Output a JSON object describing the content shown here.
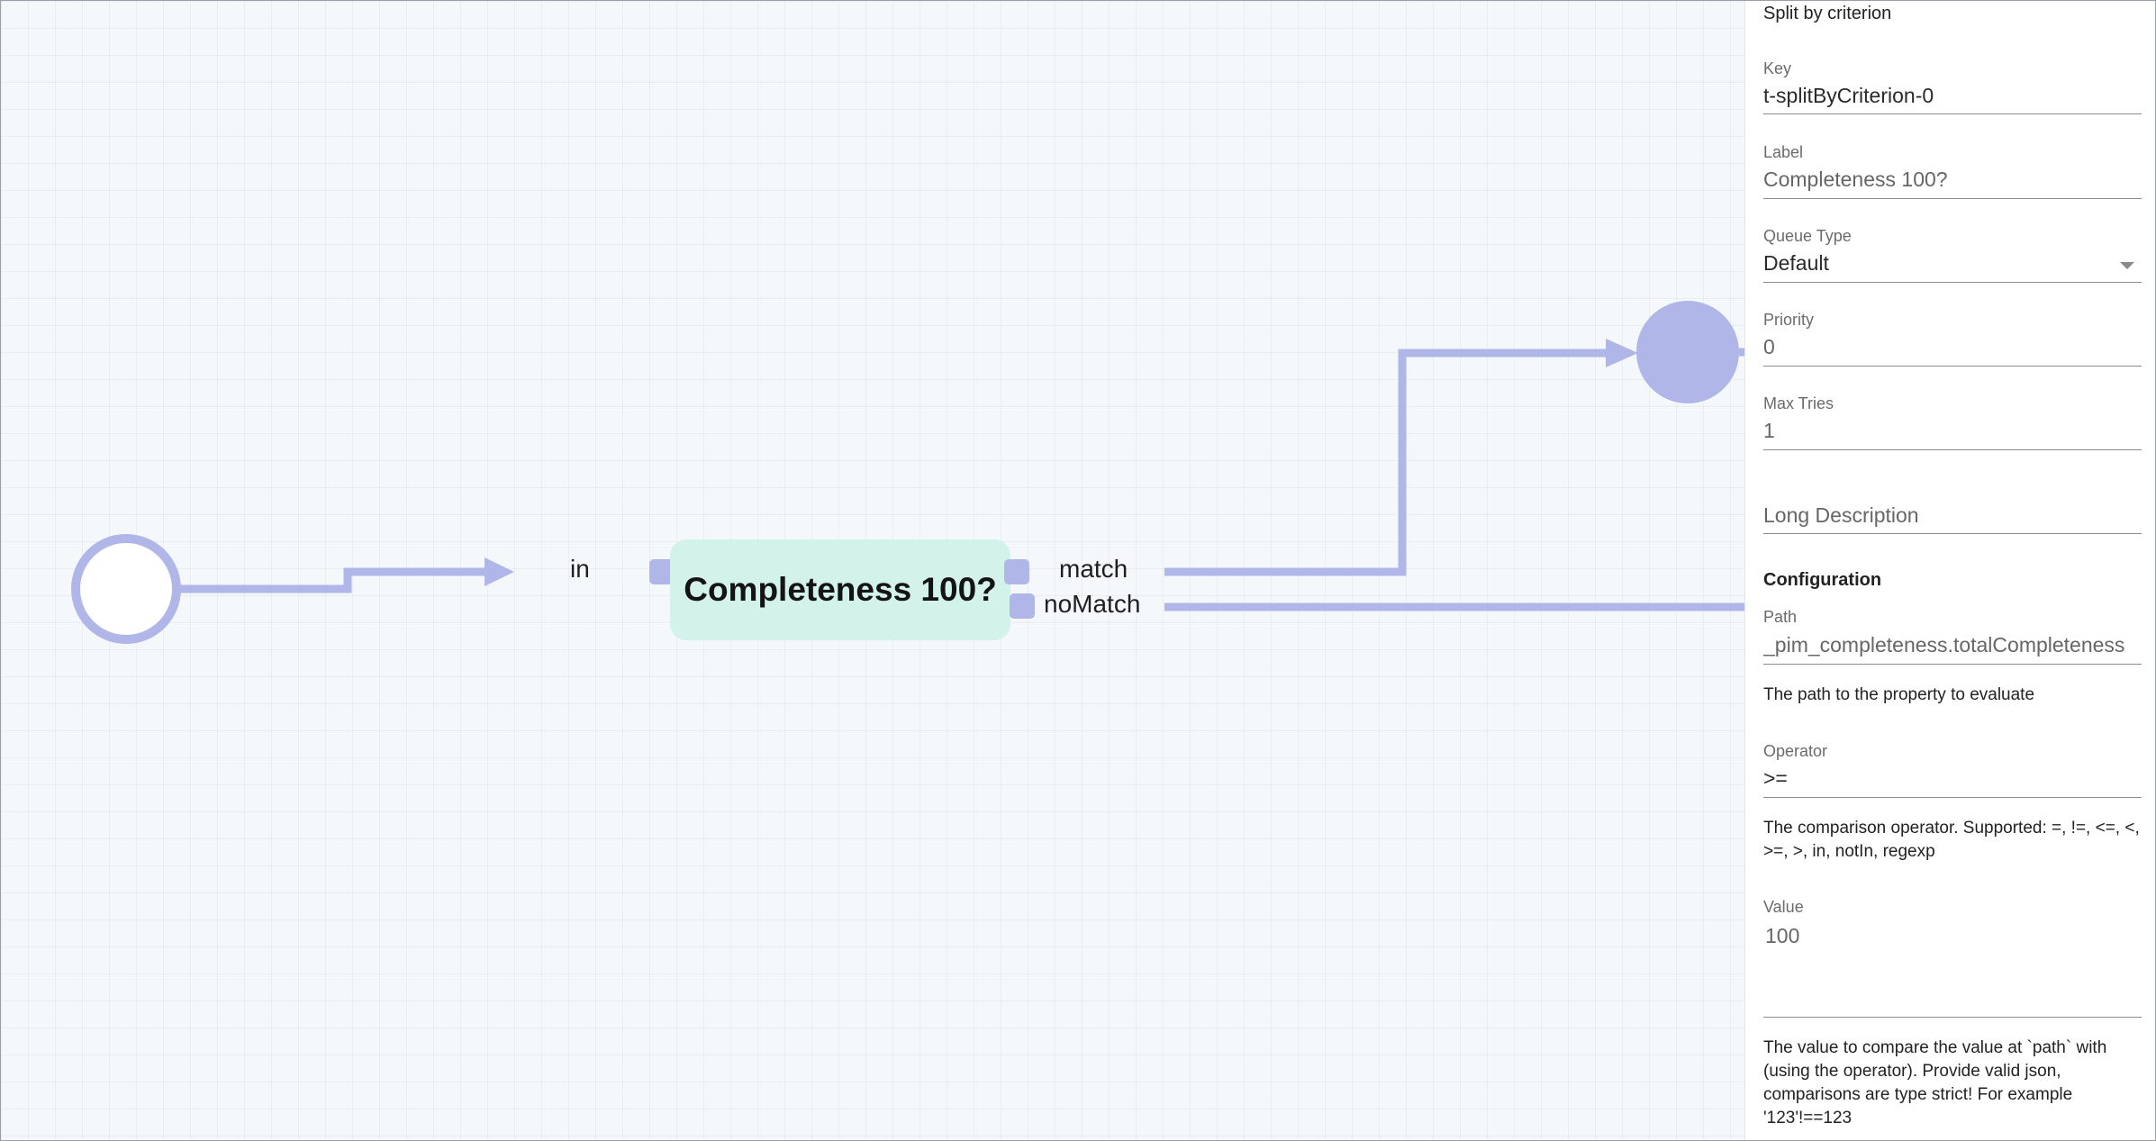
{
  "canvas": {
    "node": {
      "title": "Completeness 100?"
    },
    "ports": {
      "input": "in",
      "match": "match",
      "no_match": "noMatch"
    }
  },
  "panel": {
    "title": "Split by criterion",
    "key": {
      "label": "Key",
      "value": "t-splitByCriterion-0"
    },
    "node_label": {
      "label": "Label",
      "value": "Completeness 100?"
    },
    "queue_type": {
      "label": "Queue Type",
      "value": "Default"
    },
    "priority": {
      "label": "Priority",
      "value": "0"
    },
    "max_tries": {
      "label": "Max Tries",
      "value": "1"
    },
    "long_description": {
      "placeholder": "Long Description"
    },
    "configuration": {
      "heading": "Configuration",
      "path": {
        "label": "Path",
        "value": "_pim_completeness.totalCompleteness",
        "help": "The path to the property to evaluate"
      },
      "operator": {
        "label": "Operator",
        "value": ">=",
        "help": "The comparison operator. Supported: =, !=, <=, <, >=, >, in, notIn, regexp"
      },
      "value": {
        "label": "Value",
        "value": "100",
        "help": "The value to compare the value at `path` with (using the operator). Provide valid json, comparisons are type strict! For example '123'!==123"
      }
    }
  },
  "colors": {
    "edge": "#b0b6e8",
    "node_fill": "#d3f2ea",
    "canvas_bg": "#f5f8fb"
  }
}
